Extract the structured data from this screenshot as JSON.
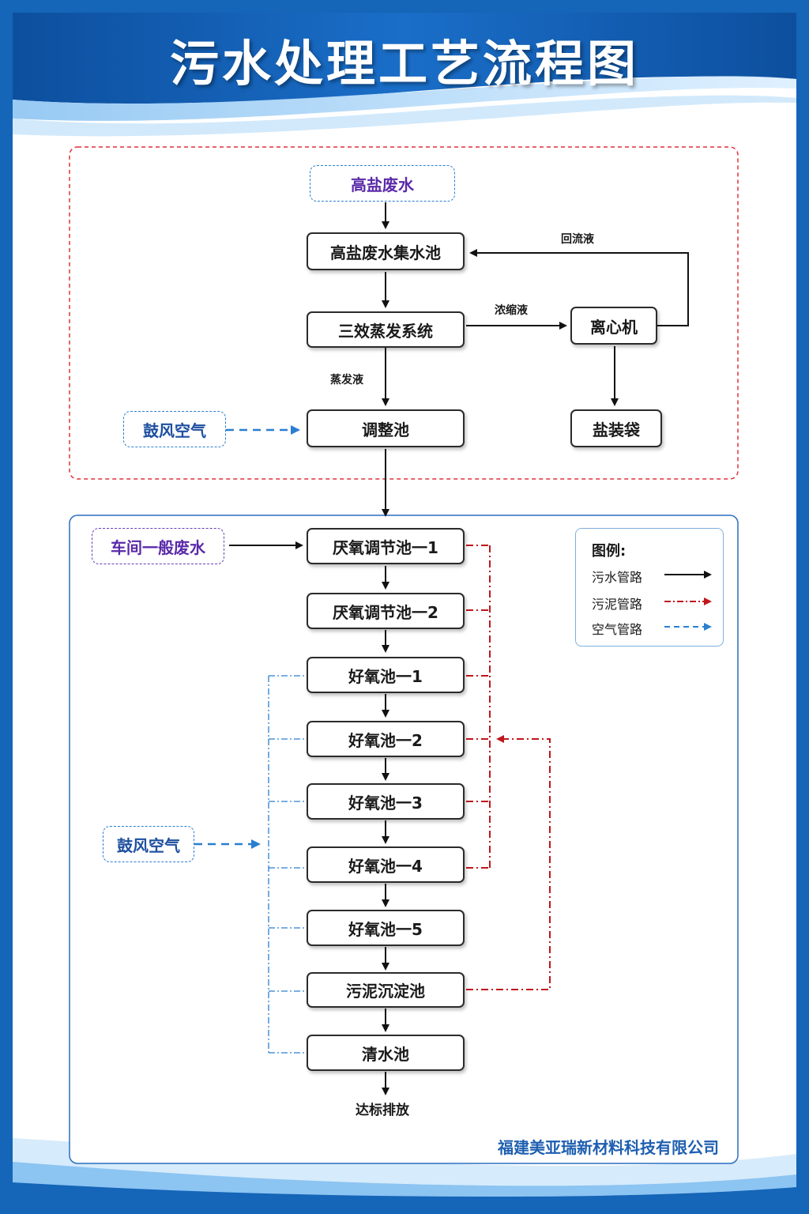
{
  "title": "污水处理工艺流程图",
  "top_section": {
    "source": "高盐废水",
    "collect_pool": "高盐废水集水池",
    "evaporator": "三效蒸发系统",
    "centrifuge": "离心机",
    "salt_bag": "盐装袋",
    "adjust_pool": "调整池",
    "blower": "鼓风空气",
    "label_reflux": "回流液",
    "label_concentrate": "浓缩液",
    "label_evaporate": "蒸发液"
  },
  "bottom_section": {
    "source": "车间一般废水",
    "blower": "鼓风空气",
    "tanks": [
      "厌氧调节池一1",
      "厌氧调节池一2",
      "好氧池一1",
      "好氧池一2",
      "好氧池一3",
      "好氧池一4",
      "好氧池一5",
      "污泥沉淀池",
      "清水池"
    ],
    "discharge": "达标排放"
  },
  "legend": {
    "title": "图例:",
    "items": [
      {
        "label": "污水管路",
        "color": "#111111",
        "style": "solid"
      },
      {
        "label": "污泥管路",
        "color": "#c0161c",
        "style": "dash-dot"
      },
      {
        "label": "空气管路",
        "color": "#2a7fd0",
        "style": "dashed"
      }
    ]
  },
  "company": "福建美亚瑞新材料科技有限公司",
  "colors": {
    "brand_blue": "#1565b8",
    "sludge_red": "#c0161c",
    "air_blue": "#2a7fd0"
  }
}
